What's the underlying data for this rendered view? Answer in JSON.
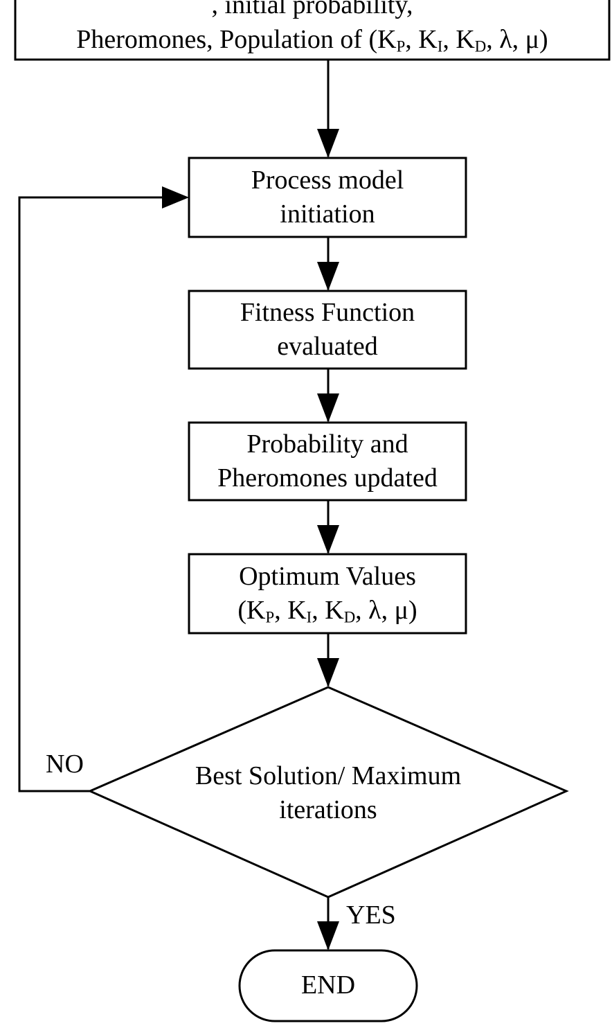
{
  "diagram": {
    "top_box": {
      "line1_tail": ", initial probability, ",
      "line2_prefix": "Pheromones, Population of (",
      "k": "K",
      "sub_p": "P",
      "sub_i": "I",
      "sub_d": "D",
      "sep": ", ",
      "greek_tail": "λ, μ)"
    },
    "process_init": {
      "line1": "Process model",
      "line2": "initiation"
    },
    "fitness": {
      "line1": "Fitness Function",
      "line2": "evaluated"
    },
    "probability": {
      "line1": "Probability and",
      "line2": "Pheromones updated"
    },
    "optimum": {
      "line1": "Optimum Values",
      "open": "(",
      "k": "K",
      "sub_p": "P",
      "sub_i": "I",
      "sub_d": "D",
      "sep": ", ",
      "greek_tail": "λ, μ)"
    },
    "decision": {
      "line1": "Best Solution/ Maximum",
      "line2": "iterations"
    },
    "no_label": "NO",
    "yes_label": "YES",
    "end": {
      "label": "END"
    }
  }
}
